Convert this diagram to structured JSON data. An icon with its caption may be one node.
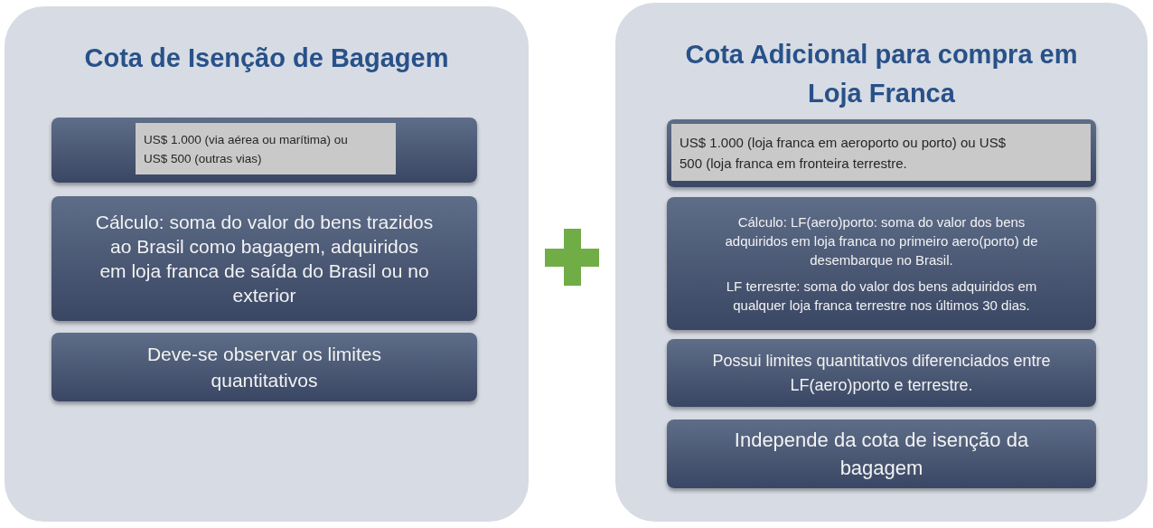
{
  "diagram": {
    "nodes": [
      {
        "text": [
          "Cota de Isenção de Bagagem"
        ]
      },
      {
        "text": [],
        "shape": "box",
        "in": 0
      },
      {
        "text": [
          "US$ 1.000 (via aérea ou marítima) ou US$ 500 (outras vias)"
        ],
        "in": 1
      },
      {
        "text": [
          "Cálculo: soma do valor do bens trazidos ao Brasil como bagagem, adquiridos em loja franca de saída do Brasil ou no exterior"
        ],
        "in": 0
      },
      {
        "text": [
          "Deve-se observar os limites quantitativos"
        ],
        "in": 0
      },
      {
        "text": [
          "Cota Adicional para compra em Loja Franca"
        ]
      },
      {
        "text": [],
        "shape": "box",
        "in": 5
      },
      {
        "text": [
          "US$ 1.000 (loja franca em aeroporto ou porto) ou US$ 500 (loja franca em fronteira terrestre."
        ],
        "in": 6
      },
      {
        "text": [
          "Cálculo: LF(aero)porto: soma do valor dos bens adquiridos em loja franca no primeiro aero(porto) de desembarque no Brasil.",
          "LF terresrte: soma do valor dos bens adquiridos em qualquer loja franca terrestre nos últimos 30 dias."
        ],
        "in": 5
      },
      {
        "text": [
          "Possui limites quantitativos diferenciados entre LF(aero)porto e terrestre."
        ],
        "in": 5
      },
      {
        "text": [
          "Independe da cota de isenção da bagagem"
        ],
        "in": 5
      }
    ]
  }
}
